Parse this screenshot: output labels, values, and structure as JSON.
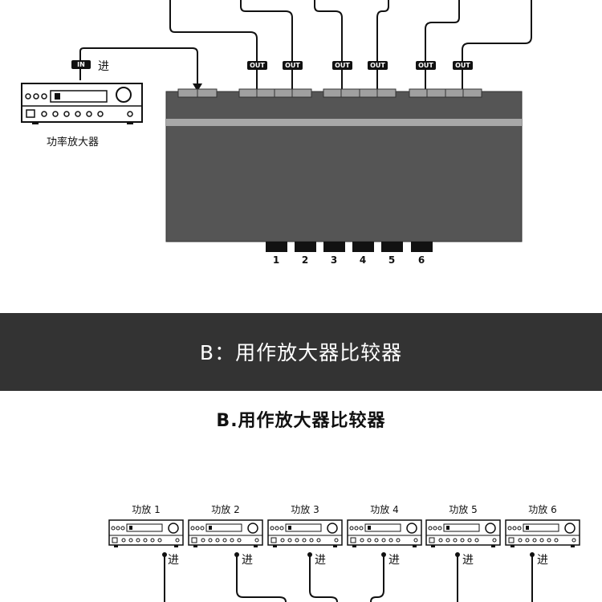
{
  "section_b": {
    "band_title": "B：用作放大器比较器",
    "title": "B.用作放大器比较器"
  },
  "top_diagram": {
    "in_tag": "IN",
    "in_text": "进",
    "amplifier_label": "功率放大器",
    "out_tag": "OUT",
    "selector_buttons": [
      "1",
      "2",
      "3",
      "4",
      "5",
      "6"
    ],
    "colors": {
      "panel": "#555555",
      "panel_stripe": "#a8a8a8",
      "connector": "#a0a0a0",
      "wire": "#111111"
    }
  },
  "bottom_diagram": {
    "amplifiers": [
      "功放 1",
      "功放 2",
      "功放 3",
      "功放 4",
      "功放 5",
      "功放 6"
    ],
    "in_text": "进"
  }
}
